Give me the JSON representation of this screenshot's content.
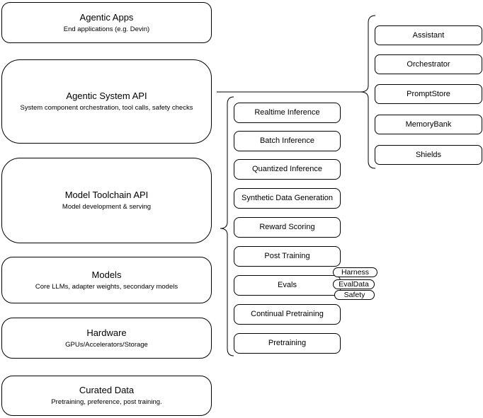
{
  "colors": {
    "background": "#ffffff",
    "stroke": "#000000",
    "text": "#000000"
  },
  "stack": [
    {
      "title": "Agentic Apps",
      "subtitle": "End applications (e.g. Devin)"
    },
    {
      "title": "Agentic System API",
      "subtitle": "System component orchestration, tool calls, safety checks"
    },
    {
      "title": "Model Toolchain API",
      "subtitle": "Model development & serving"
    },
    {
      "title": "Models",
      "subtitle": "Core LLMs, adapter weights, secondary models"
    },
    {
      "title": "Hardware",
      "subtitle": "GPUs/Accelerators/Storage"
    },
    {
      "title": "Curated Data",
      "subtitle": "Pretraining, preference, post training."
    }
  ],
  "toolchain": {
    "items": [
      "Realtime Inference",
      "Batch Inference",
      "Quantized Inference",
      "Synthetic Data Generation",
      "Reward Scoring",
      "Post Training",
      "Evals",
      "Continual Pretraining",
      "Pretraining"
    ],
    "evals_tags": [
      "Harness",
      "EvalData",
      "Safety"
    ]
  },
  "system": {
    "items": [
      "Assistant",
      "Orchestrator",
      "PromptStore",
      "MemoryBank",
      "Shields"
    ]
  }
}
